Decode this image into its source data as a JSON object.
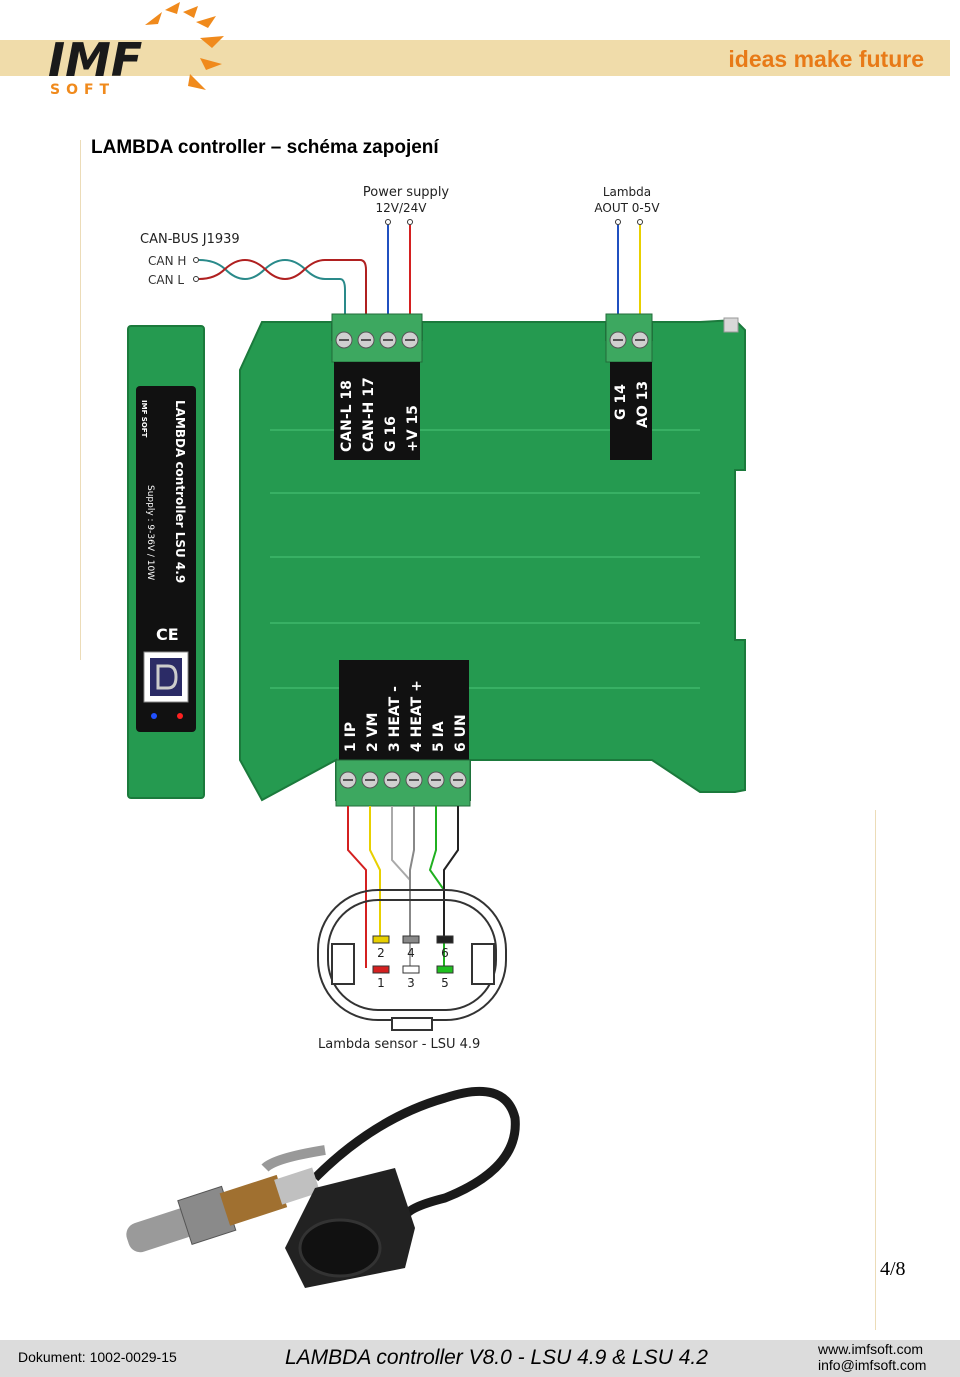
{
  "header": {
    "tagline": "ideas make future",
    "logo_text": "IMF",
    "logo_subtext": "SOFT"
  },
  "title": "LAMBDA controller – schéma zapojení",
  "diagram": {
    "can_bus": {
      "title": "CAN-BUS  J1939",
      "can_h": "CAN H",
      "can_l": "CAN L"
    },
    "power": {
      "line1": "Power supply",
      "line2": "12V/24V"
    },
    "lambda_out": {
      "line1": "Lambda",
      "line2": "AOUT 0-5V"
    },
    "top_terminals_left": [
      "CAN-L  18",
      "CAN-H  17",
      "G  16",
      "+V  15"
    ],
    "top_terminals_right": [
      "G  14",
      "AO  13"
    ],
    "bottom_terminals": [
      "1  IP",
      "2  VM",
      "3  HEAT -",
      "4  HEAT +",
      "5  IA",
      "6  UN"
    ],
    "module_label_lines": [
      "LAMBDA controller  LSU 4.9",
      "Supply : 9-36V / 10W",
      "CE",
      "IMF SOFT"
    ],
    "connector_pins_top": [
      "2",
      "4",
      "6"
    ],
    "connector_pins_bottom": [
      "1",
      "3",
      "5"
    ],
    "sensor_label": "Lambda sensor  -  LSU 4.9",
    "colors": {
      "module_green": "#259a50",
      "wire_red": "#d42020",
      "wire_blue": "#2050c0",
      "wire_yellow": "#e8d000",
      "wire_teal": "#2a8a8a",
      "wire_green": "#20b020",
      "wire_black": "#222222",
      "wire_grey": "#888888"
    }
  },
  "photo": {
    "icon": "lambda-sensor-photo"
  },
  "page_number": "4/8",
  "footer": {
    "doc": "Dokument: 1002-0029-15",
    "title": "LAMBDA controller V8.0 - LSU 4.9 & LSU 4.2",
    "web": "www.imfsoft.com",
    "mail": "info@imfsoft.com"
  }
}
